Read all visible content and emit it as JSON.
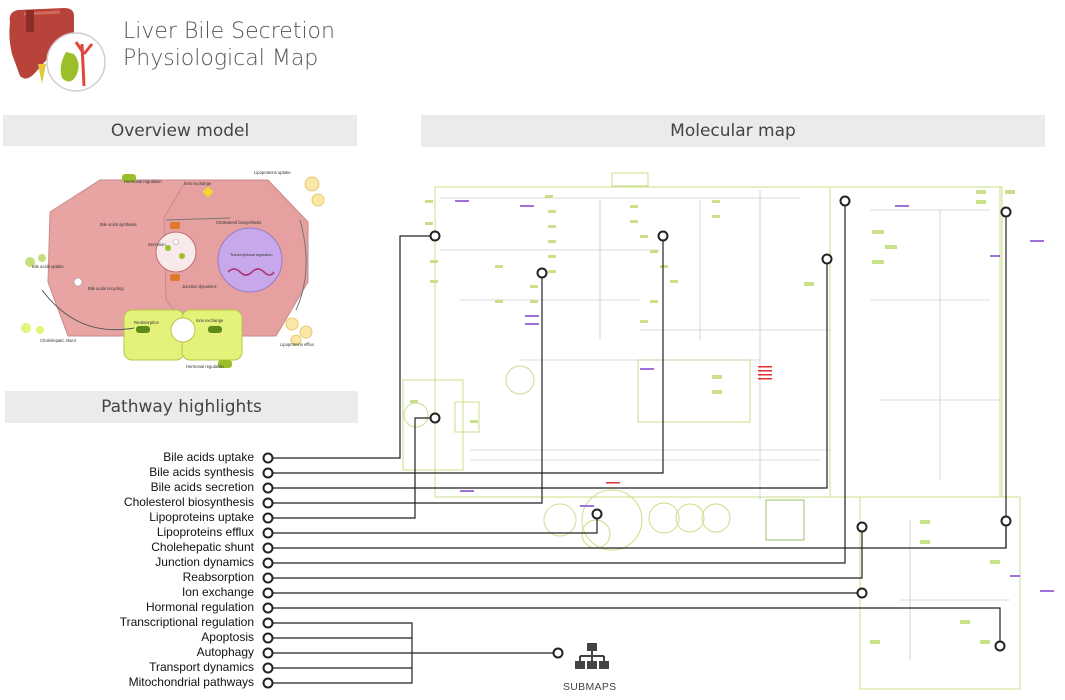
{
  "title": {
    "line1": "Liver Bile Secretion",
    "line2": "Physiological Map"
  },
  "sections": {
    "overview": "Overview model",
    "molecular": "Molecular map",
    "highlights": "Pathway highlights"
  },
  "pathways": [
    "Bile acids uptake",
    "Bile acids synthesis",
    "Bile acids secretion",
    "Cholesterol biosynthesis",
    "Lipoproteins uptake",
    "Lipoproteins efflux",
    "Cholehepatic shunt",
    "Junction dynamics",
    "Reabsorption",
    "Ion exchange",
    "Hormonal regulation",
    "Transcriptional regulation",
    "Apoptosis",
    "Autophagy",
    "Transport dynamics",
    "Mitochondrial pathways"
  ],
  "overview_labels": {
    "hormonal_top": "Hormonal regulation",
    "ions_top": "Ions exchange",
    "lipo_uptake": "Lipoproteins uptake",
    "ba_synthesis": "Bile acids synthesis",
    "chol_bio": "Cholesterol biosynthesis",
    "secretion": "Secretion",
    "transcription": "Transcriptional regulation",
    "ba_uptake": "Bile acids uptake",
    "ba_recycling": "Bile acids recycling",
    "junction": "Junction dynamics",
    "reabsorption": "Reabsorption",
    "ions_bottom": "Ions exchange",
    "cholehepatic": "Cholehepatic shunt",
    "lipo_efflux": "Lipoproteins efflux",
    "hormonal_bottom": "Hormonal regulation"
  },
  "submaps_label": "SUBMAPS",
  "colors": {
    "liver": "#b0403a",
    "gallbladder": "#9bbf2a",
    "hepatocyte": "#e8a3a3",
    "cholangiocyte": "#e4f27a",
    "nucleus": "#c7a8ea",
    "map_node": "#c8e08a",
    "map_accent": "#a070d8"
  }
}
